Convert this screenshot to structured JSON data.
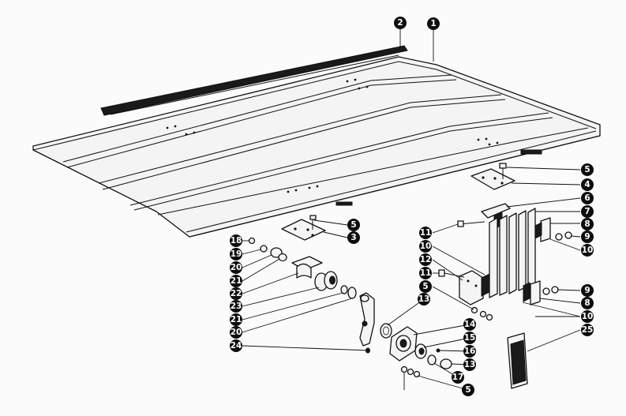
{
  "diagram": {
    "callouts": [
      {
        "id": "c-1",
        "label": "1"
      },
      {
        "id": "c-2",
        "label": "2"
      },
      {
        "id": "c-5a",
        "label": "5"
      },
      {
        "id": "c-4",
        "label": "4"
      },
      {
        "id": "c-6",
        "label": "6"
      },
      {
        "id": "c-7",
        "label": "7"
      },
      {
        "id": "c-8a",
        "label": "8"
      },
      {
        "id": "c-9a",
        "label": "9"
      },
      {
        "id": "c-10a",
        "label": "10"
      },
      {
        "id": "c-5b",
        "label": "5"
      },
      {
        "id": "c-3",
        "label": "3"
      },
      {
        "id": "c-11a",
        "label": "11"
      },
      {
        "id": "c-10b",
        "label": "10"
      },
      {
        "id": "c-12",
        "label": "12"
      },
      {
        "id": "c-11b",
        "label": "11"
      },
      {
        "id": "c-5c",
        "label": "5"
      },
      {
        "id": "c-9b",
        "label": "9"
      },
      {
        "id": "c-8b",
        "label": "8"
      },
      {
        "id": "c-10c",
        "label": "10"
      },
      {
        "id": "c-25",
        "label": "25"
      },
      {
        "id": "c-18",
        "label": "18"
      },
      {
        "id": "c-19",
        "label": "19"
      },
      {
        "id": "c-20a",
        "label": "20"
      },
      {
        "id": "c-21a",
        "label": "21"
      },
      {
        "id": "c-22",
        "label": "22"
      },
      {
        "id": "c-23",
        "label": "23"
      },
      {
        "id": "c-21b",
        "label": "21"
      },
      {
        "id": "c-20b",
        "label": "20"
      },
      {
        "id": "c-24",
        "label": "24"
      },
      {
        "id": "c-13a",
        "label": "13"
      },
      {
        "id": "c-14",
        "label": "14"
      },
      {
        "id": "c-15",
        "label": "15"
      },
      {
        "id": "c-16",
        "label": "16"
      },
      {
        "id": "c-13b",
        "label": "13"
      },
      {
        "id": "c-17",
        "label": "17"
      },
      {
        "id": "c-5d",
        "label": "5"
      }
    ]
  }
}
